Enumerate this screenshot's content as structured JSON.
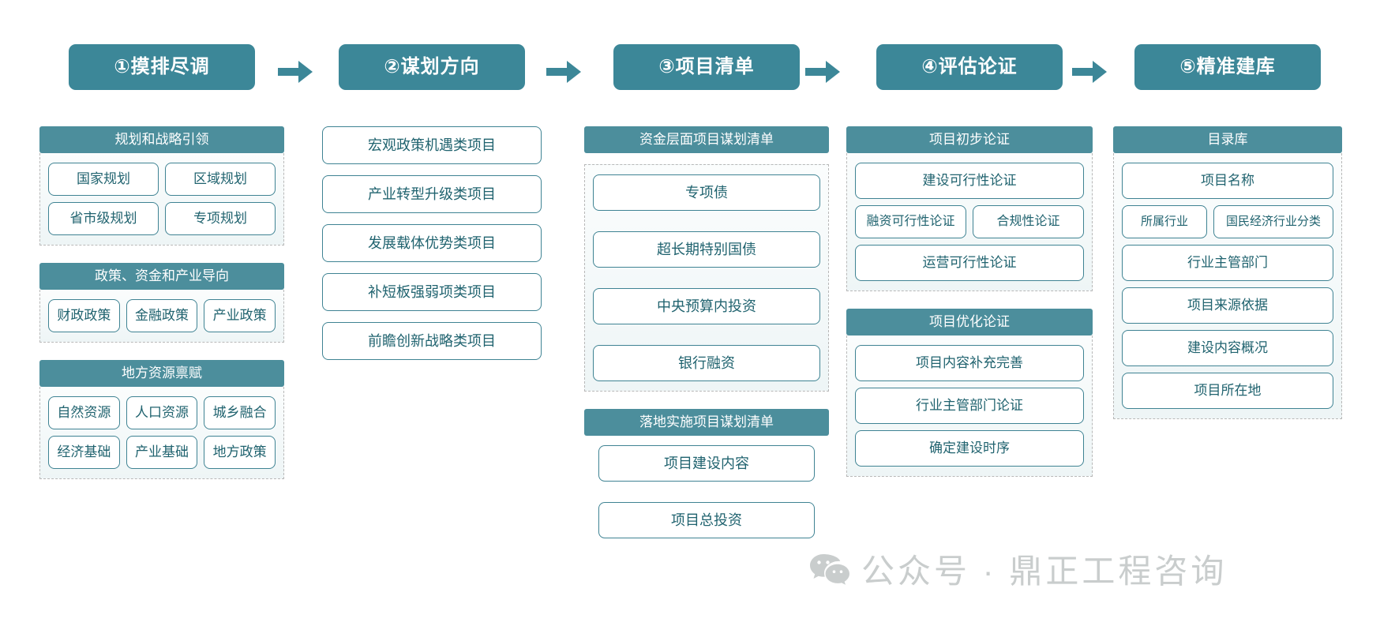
{
  "theme": {
    "header_color": "#3C8798",
    "group_title_color": "#4C8E9C",
    "item_border_color": "#3f8393",
    "item_text_color": "#20636f",
    "arrow_color": "#3C8798",
    "watermark_color": "#c9cdcd"
  },
  "columns": [
    {
      "header": "①摸排尽调",
      "groups": [
        {
          "title": "规划和战略引领",
          "rows": [
            [
              "国家规划",
              "区域规划"
            ],
            [
              "省市级规划",
              "专项规划"
            ]
          ]
        },
        {
          "title": "政策、资金和产业导向",
          "rows": [
            [
              "财政政策",
              "金融政策",
              "产业政策"
            ]
          ]
        },
        {
          "title": "地方资源禀赋",
          "rows": [
            [
              "自然资源",
              "人口资源",
              "城乡融合"
            ],
            [
              "经济基础",
              "产业基础",
              "地方政策"
            ]
          ]
        }
      ]
    },
    {
      "header": "②谋划方向",
      "plain_items": [
        "宏观政策机遇类项目",
        "产业转型升级类项目",
        "发展载体优势类项目",
        "补短板强弱项类项目",
        "前瞻创新战略类项目"
      ]
    },
    {
      "header": "③项目清单",
      "groups": [
        {
          "title": "资金层面项目谋划清单",
          "rows": [
            [
              "专项债"
            ],
            [
              "超长期特别国债"
            ],
            [
              "中央预算内投资"
            ],
            [
              "银行融资"
            ]
          ]
        },
        {
          "title": "落地实施项目谋划清单",
          "no_dash": true,
          "rows": [
            [
              "项目建设内容"
            ],
            [
              "项目总投资"
            ]
          ]
        }
      ]
    },
    {
      "header": "④评估论证",
      "groups": [
        {
          "title": "项目初步论证",
          "rows": [
            [
              "建设可行性论证"
            ],
            [
              "融资可行性论证",
              "合规性论证"
            ],
            [
              "运营可行性论证"
            ]
          ]
        },
        {
          "title": "项目优化论证",
          "rows": [
            [
              "项目内容补充完善"
            ],
            [
              "行业主管部门论证"
            ],
            [
              "确定建设时序"
            ]
          ]
        }
      ]
    },
    {
      "header": "⑤精准建库",
      "groups": [
        {
          "title": "目录库",
          "rows": [
            [
              "项目名称"
            ],
            [
              "所属行业",
              "国民经济行业分类"
            ],
            [
              "行业主管部门"
            ],
            [
              "项目来源依据"
            ],
            [
              "建设内容概况"
            ],
            [
              "项目所在地"
            ]
          ]
        }
      ]
    }
  ],
  "arrows": [
    {
      "name": "arrow-stage-1-to-2"
    },
    {
      "name": "arrow-stage-2-to-3"
    },
    {
      "name": "arrow-stage-3-to-4"
    },
    {
      "name": "arrow-stage-4-to-5"
    }
  ],
  "watermark": {
    "icon": "wechat-icon",
    "text": "公众号 · 鼎正工程咨询"
  }
}
